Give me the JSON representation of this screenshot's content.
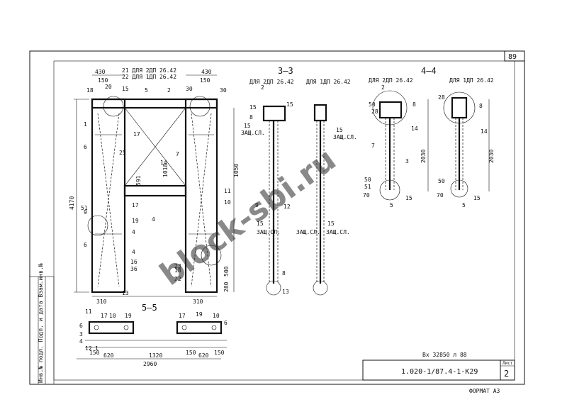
{
  "sheet": {
    "corner_number": "89",
    "doc_code": "1.020-1/87.4-1-К29",
    "sheet_label": "Лист",
    "sheet_number": "2",
    "format": "ФОРМАТ А3",
    "inv_note": "Вх 32850 л 88",
    "side_stamp": "Инв.№ подл. Подп. и дата Взам.инв.№",
    "watermark": "block-sbi.ru"
  },
  "elevation": {
    "title_line1": "21 ДЛЯ 2ДП 26.42",
    "title_line2": "22 ДЛЯ 1ДП 26.42",
    "dims": [
      "430",
      "150",
      "20",
      "15",
      "5",
      "2",
      "18",
      "30",
      "430",
      "150",
      "30",
      "1",
      "17",
      "6",
      "25",
      "14",
      "7",
      "1018",
      "1050",
      "591",
      "4170",
      "51",
      "17",
      "9",
      "6",
      "4",
      "16",
      "36",
      "19",
      "18",
      "22",
      "23",
      "500",
      "280",
      "310",
      "13",
      "310",
      "4",
      "4",
      "11",
      "10"
    ]
  },
  "section33": {
    "title": "3—3",
    "left_title": "ДЛЯ 2ДП 26.42",
    "right_title": "ДЛЯ 1ДП 26.42",
    "labels": [
      "2",
      "15",
      "8",
      "15",
      "15",
      "ЗАЩ.СЛ.",
      "15",
      "ЗАЩ.СЛ.",
      "9",
      "12",
      "15",
      "ЗАЩ.СЛ.",
      "ЗАЩ.СЛ.",
      "15",
      "ЗАЩ.СЛ.",
      "8",
      "13"
    ]
  },
  "section44": {
    "title": "4—4",
    "left_title": "ДЛЯ 2ДП 26.42",
    "right_title": "ДЛЯ 1ДП 26.42",
    "labels": [
      "2",
      "50",
      "28",
      "8",
      "14",
      "7",
      "3",
      "2030",
      "51",
      "50",
      "70",
      "15",
      "5",
      "28",
      "8",
      "14",
      "2030",
      "50",
      "70",
      "15",
      "5"
    ]
  },
  "section55": {
    "title": "5—5",
    "labels": [
      "11",
      "10",
      "6",
      "3",
      "4",
      "12",
      "1",
      "17",
      "19",
      "19",
      "10",
      "6",
      "17",
      "150",
      "620",
      "1320",
      "150",
      "620",
      "150",
      "2960"
    ]
  }
}
